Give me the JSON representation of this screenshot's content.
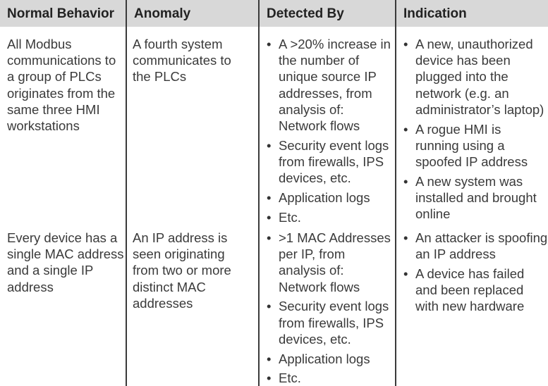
{
  "headers": [
    "Normal Behavior",
    "Anomaly",
    "Detected By",
    "Indication"
  ],
  "rows": [
    {
      "normal": "All Modbus communications to a group of PLCs originates from the same three HMI workstations",
      "anomaly": "A fourth system communicates to the PLCs",
      "detected": [
        "A >20% increase in the number of unique source IP addresses, from analysis of: Network flows",
        "Security event logs from firewalls, IPS devices, etc.",
        "Application logs",
        "Etc."
      ],
      "indication": [
        "A new, unauthorized device has been plugged into the network (e.g. an administrator’s laptop)",
        "A rogue HMI is running using a spoofed IP address",
        "A new system was installed and brought online"
      ]
    },
    {
      "normal": "Every device has a single MAC address and a single IP address",
      "anomaly": "An IP address is seen originating from two or more distinct MAC addresses",
      "detected": [
        ">1 MAC Addresses per IP, from analysis of: Network flows",
        "Security event logs from firewalls, IPS devices, etc.",
        "Application logs",
        "Etc."
      ],
      "indication": [
        "An attacker is spoofing an IP address",
        "A device has failed and been replaced with new hardware"
      ]
    }
  ]
}
